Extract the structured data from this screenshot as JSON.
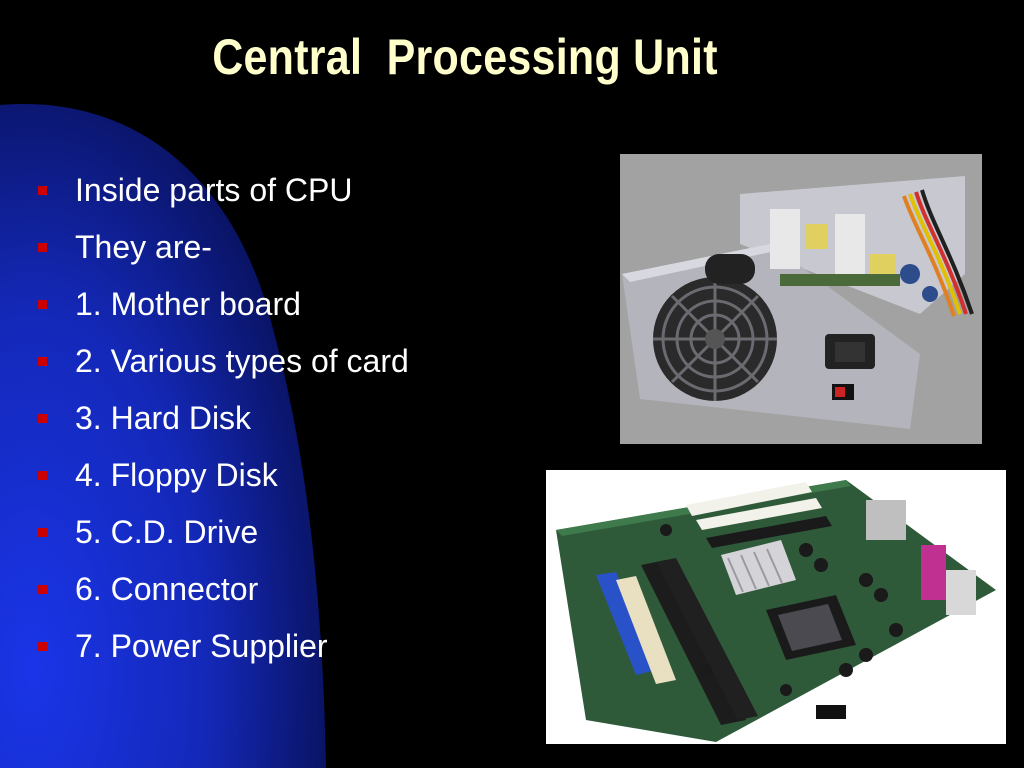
{
  "slide": {
    "title": "Central  Processing Unit",
    "bullets": [
      "Inside parts of CPU",
      "They are-",
      "1. Mother board",
      "2. Various types of card",
      "3. Hard Disk",
      "4. Floppy Disk",
      "5. C.D. Drive",
      "6. Connector",
      "7. Power Supplier"
    ]
  },
  "colors": {
    "background": "#000000",
    "accent_shape": "#1a2fd6",
    "title": "#ffffcc",
    "text": "#ffffff",
    "bullet_marker": "#cc0000"
  },
  "images": {
    "top_right": "power-supply-photo",
    "bottom_right": "motherboard-photo"
  }
}
